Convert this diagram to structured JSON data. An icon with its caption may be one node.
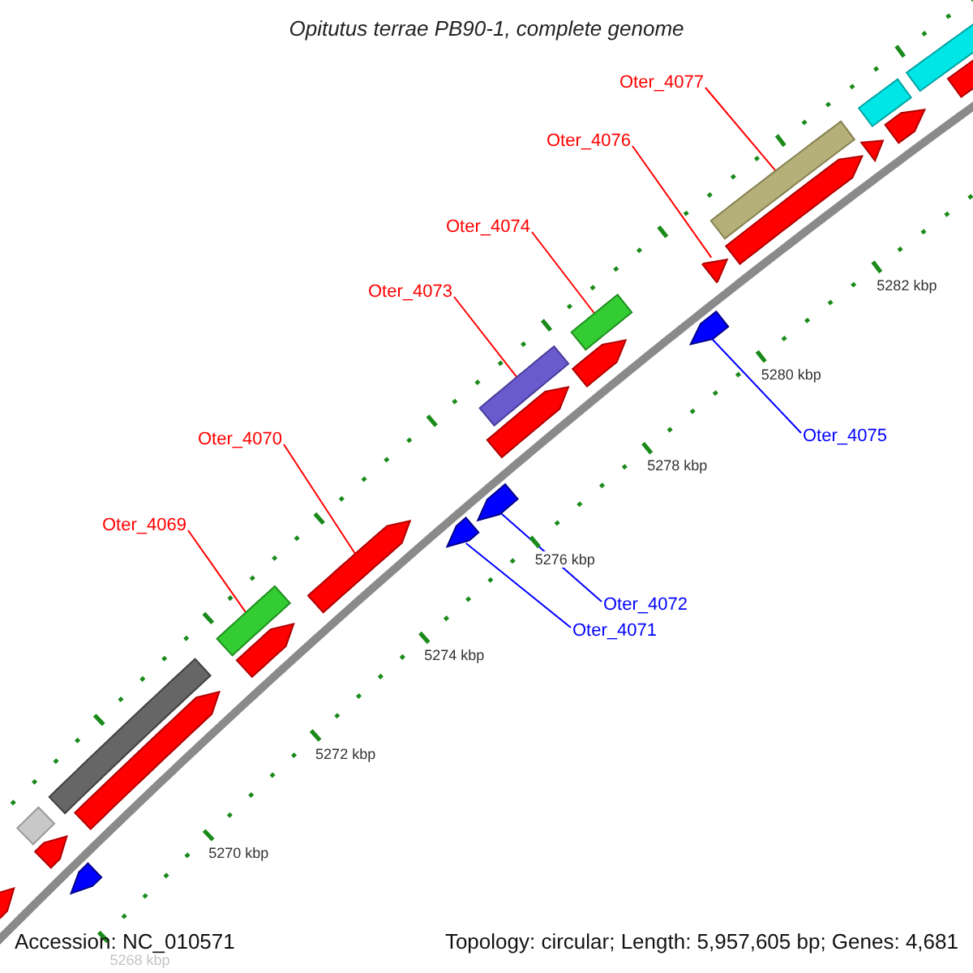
{
  "diagram": {
    "title": "Opitutus terrae PB90-1, complete genome",
    "nodes": [
      {
        "text": [
          "Oter_4077"
        ]
      },
      {
        "text": [
          "Oter_4076"
        ]
      },
      {
        "text": [
          "Oter_4074"
        ]
      },
      {
        "text": [
          "Oter_4073"
        ]
      },
      {
        "text": [
          "Oter_4075"
        ]
      },
      {
        "text": [
          "Oter_4070"
        ]
      },
      {
        "text": [
          "Oter_4069"
        ]
      },
      {
        "text": [
          "Oter_4072"
        ]
      },
      {
        "text": [
          "Oter_4071"
        ]
      },
      {
        "text": [],
        "shape": "pentagon"
      },
      {
        "text": [],
        "shape": "pentagon"
      },
      {
        "text": [],
        "shape": "pentagon"
      },
      {
        "text": [],
        "shape": "bar"
      },
      {
        "text": [],
        "shape": "bar"
      },
      {
        "text": [],
        "shape": "pentagon"
      },
      {
        "text": [],
        "shape": "pentagon"
      },
      {
        "text": [],
        "shape": "bar"
      },
      {
        "text": [],
        "shape": "pentagon"
      },
      {
        "text": [],
        "shape": "pentagon"
      },
      {
        "text": [],
        "shape": "pentagon"
      },
      {
        "text": [],
        "shape": "pentagon"
      },
      {
        "text": [],
        "shape": "bar"
      },
      {
        "text": [],
        "shape": "pentagon"
      },
      {
        "text": [],
        "shape": "bar"
      },
      {
        "text": [],
        "shape": "pentagon"
      },
      {
        "text": [],
        "shape": "pentagon"
      },
      {
        "text": [],
        "shape": "pentagon"
      },
      {
        "text": [],
        "shape": "bar"
      },
      {
        "text": [],
        "shape": "pentagon"
      },
      {
        "text": [],
        "shape": "bar"
      },
      {
        "text": [],
        "shape": "pentagon"
      },
      {
        "text": [],
        "shape": "bar"
      },
      {
        "text": [],
        "shape": "pentagon"
      }
    ],
    "edges": [
      {
        "from": 0,
        "to": 27,
        "arrow": "none"
      },
      {
        "from": 1,
        "to": 25,
        "arrow": "none"
      },
      {
        "from": 2,
        "to": 23,
        "arrow": "none"
      },
      {
        "from": 3,
        "to": 21,
        "arrow": "none"
      },
      {
        "from": 4,
        "to": 24,
        "arrow": "none",
        "color": "#0000ff"
      },
      {
        "from": 5,
        "to": 17,
        "arrow": "none"
      },
      {
        "from": 6,
        "to": 16,
        "arrow": "none"
      },
      {
        "from": 7,
        "to": 19,
        "arrow": "none",
        "color": "#0000ff"
      },
      {
        "from": 8,
        "to": 18,
        "arrow": "none",
        "color": "#0000ff"
      }
    ],
    "labels": [
      "5282 kbp",
      "5280 kbp",
      "5278 kbp",
      "5276 kbp",
      "5274 kbp",
      "5272 kbp",
      "5270 kbp",
      "Accession: NC_010571",
      "Topology: circular; Length: 5,957,605 bp; Genes: 4,681",
      "5268 kbp"
    ]
  }
}
